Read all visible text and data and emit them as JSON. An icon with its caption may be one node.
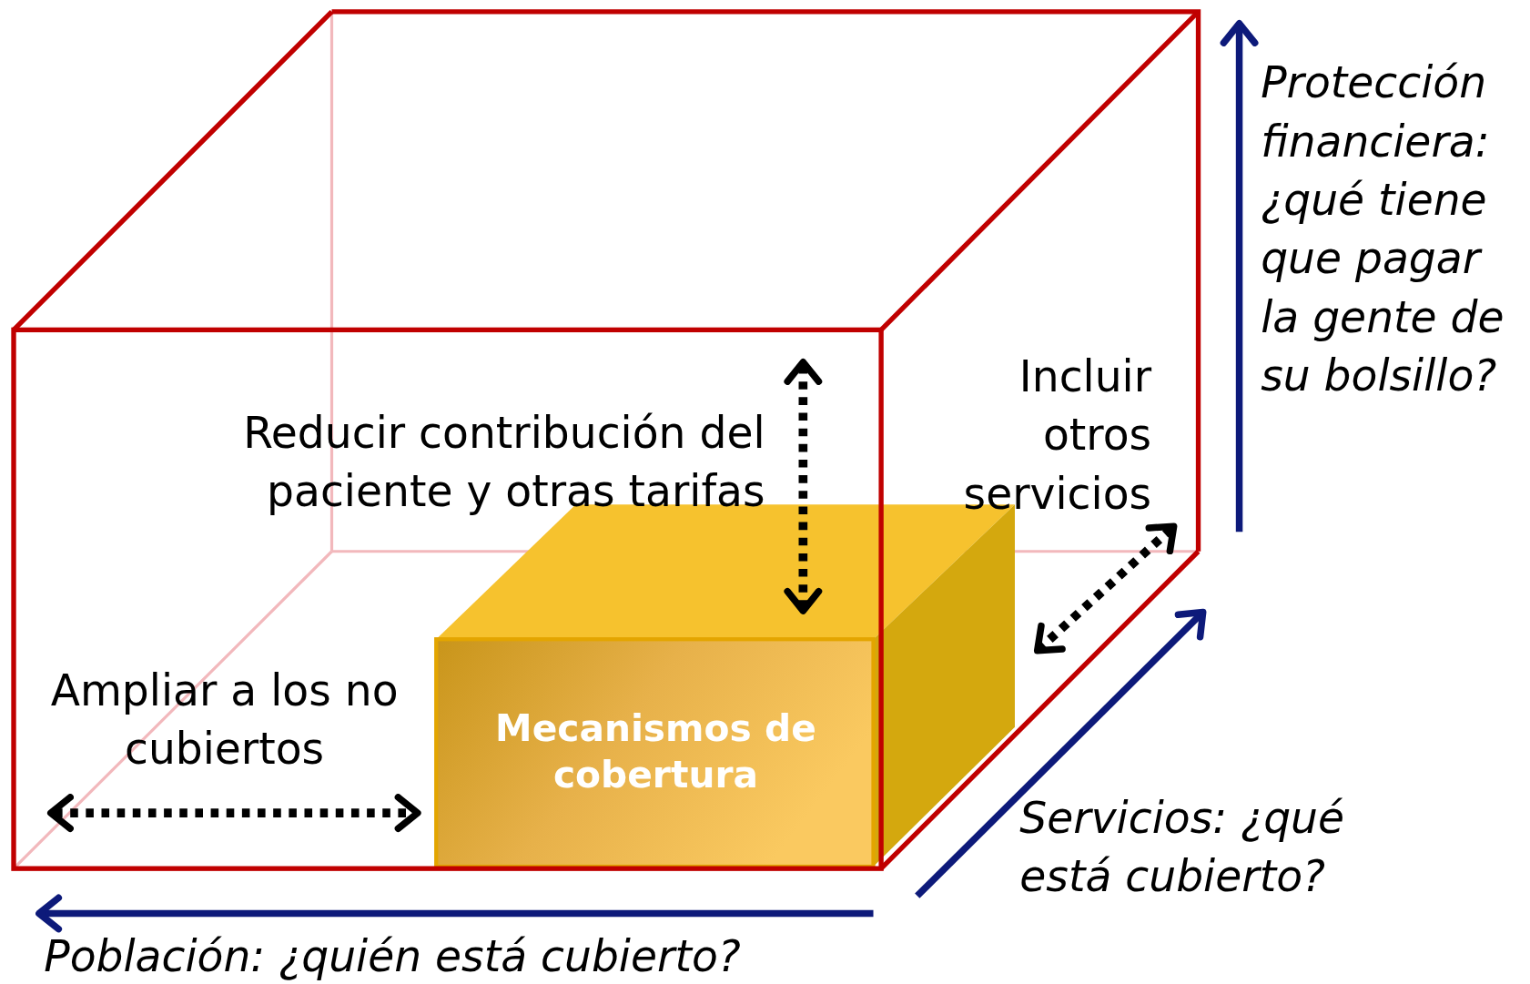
{
  "diagram": {
    "nodes": [
      {
        "text": [
          "Mecanismos de cobertura"
        ]
      }
    ],
    "labels": [
      "Protección financiera: ¿qué tiene que pagar la gente de su bolsillo?",
      "Reducir contribución del paciente y otras tarifas",
      "Incluir otros servicios",
      "Ampliar a los no cubiertos",
      "Servicios: ¿qué está cubierto?",
      "Población: ¿quién está cubierto?"
    ]
  }
}
